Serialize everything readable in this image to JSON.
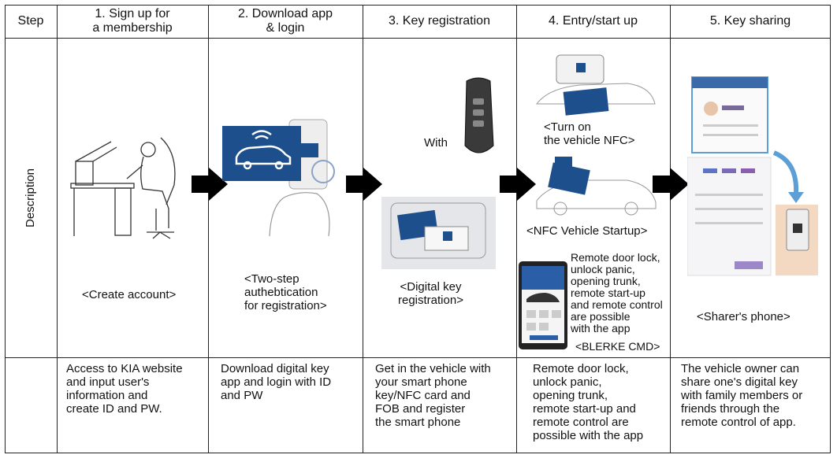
{
  "header": {
    "step_label": "Step",
    "steps": [
      "1. Sign up for\n   a membership",
      "2. Download app\n   & login",
      "3. Key registration",
      "4. Entry/start up",
      "5. Key sharing"
    ]
  },
  "row_label": "Description",
  "captions": {
    "step1": "<Create account>",
    "step2": "<Two-step\nauthebtication\nfor registration>",
    "step3_with": "With",
    "step3": "<Digital key\nregistration>",
    "step4_nfc": "<Turn on\nthe vehicle NFC>",
    "step4_startup": "<NFC Vehicle Startup>",
    "step4_remote": "Remote door lock,\nunlock panic,\nopening trunk,\nremote start-up\nand remote control\nare possible\nwith the app",
    "step4_cmd": "<BLERKE CMD>",
    "step5": "<Sharer's phone>"
  },
  "descriptions": [
    "Access to KIA website\nand input user's\ninformation and\ncreate ID and PW.",
    "Download digital key\napp and login with ID\nand PW",
    "Get in the vehicle with\nyour smart phone\nkey/NFC card and\nFOB and register\nthe smart phone",
    "Remote door lock,\nunlock panic,\nopening trunk,\nremote start-up and\nremote control are\npossible with the app",
    "The vehicle owner can\nshare one's digital key\nwith family members or\nfriends through the\nremote control of app."
  ],
  "colors": {
    "card_blue": "#1d4f8c",
    "arrow": "#000000",
    "line": "#222222",
    "sky_arrow": "#5b9fd6"
  }
}
